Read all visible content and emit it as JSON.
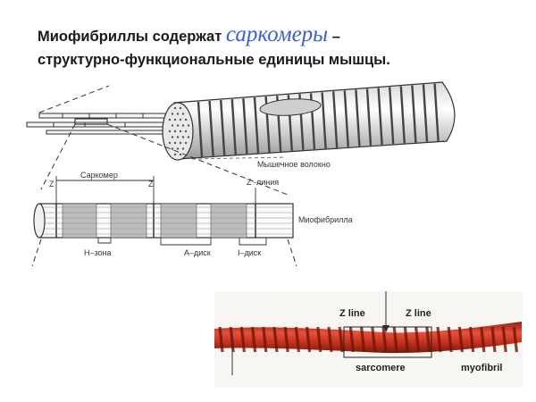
{
  "title": {
    "before": "Миофибриллы содержат ",
    "accent": "саркомеры",
    "after": " –",
    "line2": "структурно-функциональные единицы мышцы."
  },
  "top_labels": {
    "muscle_fiber": "Мышечное волокно",
    "sarcomere": "Саркомер",
    "z_left": "Z",
    "z_right": "Z",
    "z_line": "Z -линия",
    "myofibril": "Миофибрилла",
    "h_zone": "Н–зона",
    "a_disc": "А–диск",
    "i_disc": "I–диск"
  },
  "photo_labels": {
    "z_line_1": "Z line",
    "z_line_2": "Z line",
    "sarcomere": "sarcomere",
    "myofibril": "myofibril"
  },
  "colors": {
    "title_accent": "#3a5fd0",
    "myofibril_red": "#c8321e"
  }
}
